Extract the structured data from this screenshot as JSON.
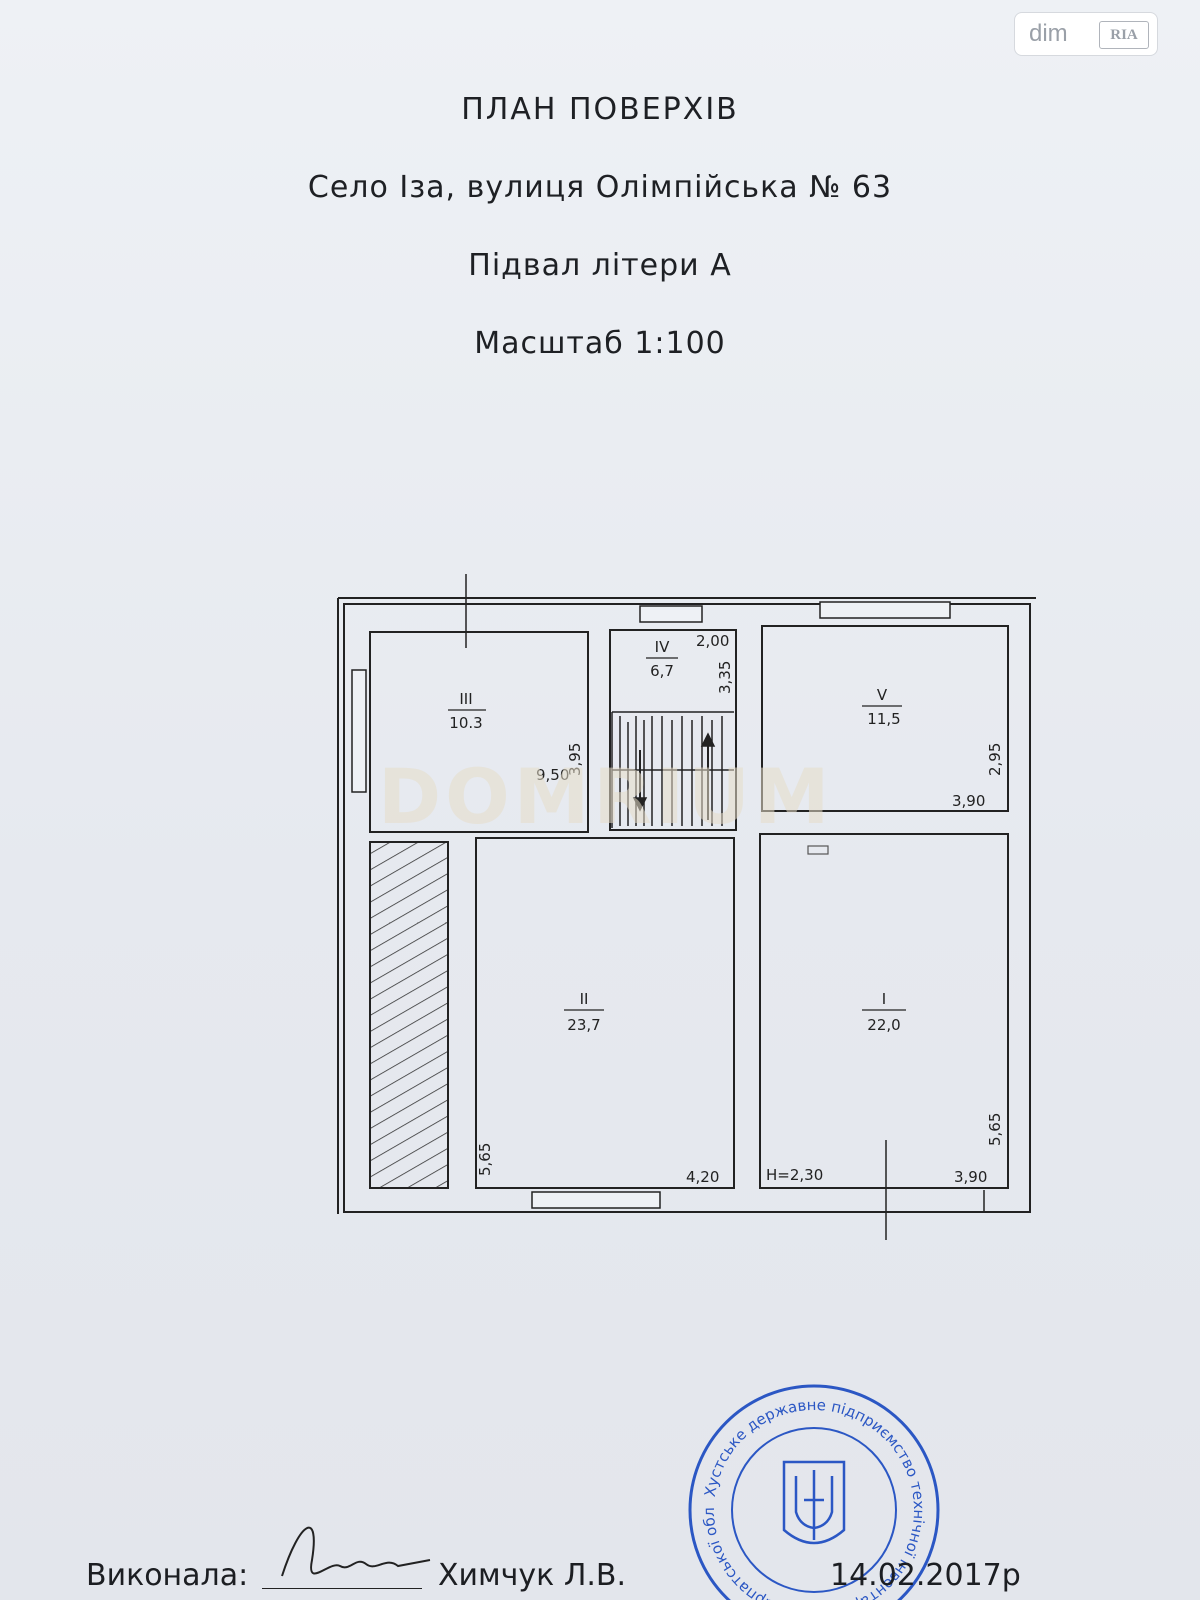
{
  "header": {
    "title": "ПЛАН ПОВЕРХІВ",
    "address": "Село Іза, вулиця Олімпійська № 63",
    "floor": "Підвал літери А",
    "scale": "Масштаб 1:100"
  },
  "watermarks": {
    "site_badge": {
      "dim": "dim",
      "ria": "RIA"
    },
    "center_text": "DOMRIUM"
  },
  "rooms": [
    {
      "number": "I",
      "area": "22,0"
    },
    {
      "number": "II",
      "area": "23,7"
    },
    {
      "number": "III",
      "area": "10.3"
    },
    {
      "number": "IV",
      "area": "6,7"
    },
    {
      "number": "V",
      "area": "11,5"
    }
  ],
  "dimensions": {
    "d1": "9,50",
    "d2": "3,95",
    "d3": "2,00",
    "d4": "3,35",
    "d5": "2,95",
    "d6": "3,90",
    "d7": "5,65",
    "d8": "4,20",
    "d9": "H=2,30",
    "d10": "3,90",
    "d11": "5,65"
  },
  "footer": {
    "executor_label": "Виконала:",
    "executor_name": "Химчук Л.В.",
    "date": "14.02.2017р"
  },
  "stamp": {
    "ring_text": "Хустське державне підприємство технічної інвентаризації Закарпатської області"
  },
  "colors": {
    "ink": "#222222",
    "stamp": "#2b57c4",
    "paper": "#e9ecf1"
  }
}
